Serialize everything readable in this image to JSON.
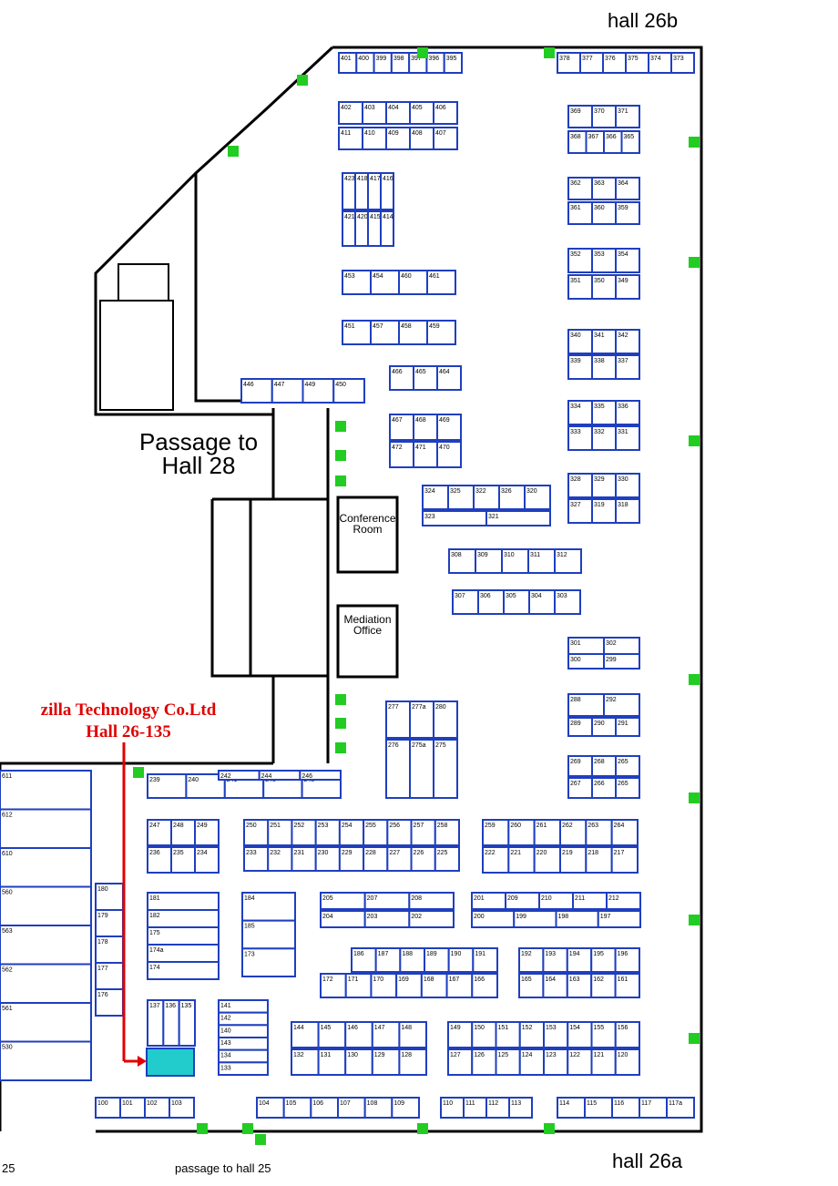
{
  "labels": {
    "hall_top": "hall  26b",
    "hall_bottom": "hall  26a",
    "passage_hall28_line1": "Passage to",
    "passage_hall28_line2": "Hall 28",
    "passage_hall25": "passage  to  hall  25",
    "bottom_left": "25",
    "conference_room": "Conference Room",
    "mediation_office": "Mediation Office"
  },
  "callout": {
    "company": "zilla Technology Co.Ltd",
    "stand": "Hall 26-135",
    "color": "#e00000"
  },
  "colors": {
    "booth_line": "#1f3fbf",
    "wall": "#000000",
    "door": "#22cc22",
    "highlight": "#22cccc",
    "arrow": "#e00000"
  },
  "booth_rows": [
    {
      "id": "row-401-396",
      "numbers": [
        "401",
        "400",
        "399",
        "398",
        "397",
        "396",
        "395"
      ]
    },
    {
      "id": "row-378-373",
      "numbers": [
        "378",
        "377",
        "376",
        "375",
        "374",
        "373"
      ]
    },
    {
      "id": "row-402-408",
      "numbers": [
        "402",
        "403",
        "404",
        "405",
        "406"
      ]
    },
    {
      "id": "row-411-407",
      "numbers": [
        "411",
        "410",
        "409",
        "408",
        "407"
      ]
    },
    {
      "id": "row-369-371",
      "numbers": [
        "369",
        "370",
        "371"
      ]
    },
    {
      "id": "row-368-365",
      "numbers": [
        "368",
        "367",
        "366",
        "365"
      ]
    },
    {
      "id": "row-423-412",
      "numbers": [
        "423",
        "418",
        "417",
        "416"
      ]
    },
    {
      "id": "row-421-414",
      "numbers": [
        "421",
        "420",
        "415",
        "414"
      ]
    },
    {
      "id": "row-362-364",
      "numbers": [
        "362",
        "363",
        "364"
      ]
    },
    {
      "id": "row-361-359",
      "numbers": [
        "361",
        "360",
        "359"
      ]
    },
    {
      "id": "row-453-461",
      "numbers": [
        "453",
        "454",
        "460",
        "461"
      ]
    },
    {
      "id": "row-451-456",
      "numbers": [
        "451",
        "457",
        "458",
        "459"
      ]
    },
    {
      "id": "row-352-354",
      "numbers": [
        "352",
        "353",
        "354"
      ]
    },
    {
      "id": "row-351-349",
      "numbers": [
        "351",
        "350",
        "349"
      ]
    },
    {
      "id": "row-340-342",
      "numbers": [
        "340",
        "341",
        "342"
      ]
    },
    {
      "id": "row-339-337",
      "numbers": [
        "339",
        "338",
        "337"
      ]
    },
    {
      "id": "row-466-464",
      "numbers": [
        "466",
        "465",
        "464"
      ]
    },
    {
      "id": "row-446-450",
      "numbers": [
        "446",
        "447",
        "449",
        "450"
      ]
    },
    {
      "id": "row-334-336",
      "numbers": [
        "334",
        "335",
        "336"
      ]
    },
    {
      "id": "row-333-331",
      "numbers": [
        "333",
        "332",
        "331"
      ]
    },
    {
      "id": "row-467-469",
      "numbers": [
        "467",
        "468",
        "469"
      ]
    },
    {
      "id": "row-472-470",
      "numbers": [
        "472",
        "471",
        "470"
      ]
    },
    {
      "id": "row-324-320",
      "numbers": [
        "324",
        "325",
        "322",
        "326",
        "320"
      ]
    },
    {
      "id": "row-323-321",
      "numbers": [
        "323",
        "321"
      ]
    },
    {
      "id": "row-328-330",
      "numbers": [
        "328",
        "329",
        "330"
      ]
    },
    {
      "id": "row-327-318",
      "numbers": [
        "327",
        "319",
        "318"
      ]
    },
    {
      "id": "row-308-312",
      "numbers": [
        "308",
        "309",
        "310",
        "311",
        "312"
      ]
    },
    {
      "id": "row-307-303",
      "numbers": [
        "307",
        "306",
        "305",
        "304",
        "303"
      ]
    },
    {
      "id": "row-301-302",
      "numbers": [
        "301",
        "302"
      ]
    },
    {
      "id": "row-300-299",
      "numbers": [
        "300",
        "299"
      ]
    },
    {
      "id": "row-288-292",
      "numbers": [
        "288",
        "292"
      ]
    },
    {
      "id": "row-289-291",
      "numbers": [
        "289",
        "290",
        "291"
      ]
    },
    {
      "id": "row-269-265",
      "numbers": [
        "269",
        "268",
        "265"
      ]
    },
    {
      "id": "row-267-266",
      "numbers": [
        "267",
        "266",
        "265"
      ]
    },
    {
      "id": "row-277-280",
      "numbers": [
        "277",
        "277a",
        "280"
      ]
    },
    {
      "id": "row-276-275",
      "numbers": [
        "276",
        "275a",
        "275"
      ]
    },
    {
      "id": "row-239-245",
      "numbers": [
        "239",
        "240",
        "241",
        "243",
        "245"
      ]
    },
    {
      "id": "row-242-246",
      "numbers": [
        "242",
        "244",
        "246"
      ]
    },
    {
      "id": "row-247-249",
      "numbers": [
        "247",
        "248",
        "249"
      ]
    },
    {
      "id": "row-236-234",
      "numbers": [
        "236",
        "235",
        "234"
      ]
    },
    {
      "id": "row-250-258",
      "numbers": [
        "250",
        "251",
        "252",
        "253",
        "254",
        "255",
        "256",
        "257",
        "258"
      ]
    },
    {
      "id": "row-233-225",
      "numbers": [
        "233",
        "232",
        "231",
        "230",
        "229",
        "228",
        "227",
        "226",
        "225"
      ]
    },
    {
      "id": "row-259-264",
      "numbers": [
        "259",
        "260",
        "261",
        "262",
        "263",
        "264"
      ]
    },
    {
      "id": "row-222-217",
      "numbers": [
        "222",
        "221",
        "220",
        "219",
        "218",
        "217"
      ]
    },
    {
      "id": "row-205-208",
      "numbers": [
        "205",
        "207",
        "208"
      ]
    },
    {
      "id": "row-204-202",
      "numbers": [
        "204",
        "203",
        "202"
      ]
    },
    {
      "id": "row-201-212",
      "numbers": [
        "201",
        "209",
        "210",
        "211",
        "212"
      ]
    },
    {
      "id": "row-200-197",
      "numbers": [
        "200",
        "199",
        "198",
        "197"
      ]
    },
    {
      "id": "row-186-191",
      "numbers": [
        "186",
        "187",
        "188",
        "189",
        "190",
        "191"
      ]
    },
    {
      "id": "row-171-166",
      "numbers": [
        "172",
        "171",
        "170",
        "169",
        "168",
        "167",
        "166"
      ]
    },
    {
      "id": "row-192-196",
      "numbers": [
        "192",
        "193",
        "194",
        "195",
        "196"
      ]
    },
    {
      "id": "row-165-162",
      "numbers": [
        "165",
        "164",
        "163",
        "162",
        "161"
      ]
    },
    {
      "id": "row-144-148",
      "numbers": [
        "144",
        "145",
        "146",
        "147",
        "148"
      ]
    },
    {
      "id": "row-132-128",
      "numbers": [
        "132",
        "131",
        "130",
        "129",
        "128"
      ]
    },
    {
      "id": "row-149-156",
      "numbers": [
        "149",
        "150",
        "151",
        "152",
        "153",
        "154",
        "155",
        "156"
      ]
    },
    {
      "id": "row-127-120",
      "numbers": [
        "127",
        "126",
        "125",
        "124",
        "123",
        "122",
        "121",
        "120"
      ]
    },
    {
      "id": "row-100-103",
      "numbers": [
        "100",
        "101",
        "102",
        "103"
      ]
    },
    {
      "id": "row-104-109",
      "numbers": [
        "104",
        "105",
        "106",
        "107",
        "108",
        "109"
      ]
    },
    {
      "id": "row-110-113",
      "numbers": [
        "110",
        "111",
        "112",
        "113"
      ]
    },
    {
      "id": "row-114-117a",
      "numbers": [
        "114",
        "115",
        "116",
        "117",
        "117a"
      ]
    },
    {
      "id": "row-180-176",
      "numbers": [
        "180",
        "179",
        "178",
        "177",
        "176"
      ]
    },
    {
      "id": "row-181-174",
      "numbers": [
        "181",
        "182",
        "175",
        "174a",
        "174"
      ]
    },
    {
      "id": "row-184-173",
      "numbers": [
        "184",
        "185",
        "173"
      ]
    },
    {
      "id": "row-141-142",
      "numbers": [
        "141",
        "142",
        "140",
        "143",
        "134",
        "133"
      ]
    },
    {
      "id": "row-137-136",
      "numbers": [
        "137",
        "136",
        "135"
      ]
    },
    {
      "id": "row-611-612",
      "numbers": [
        "611",
        "612",
        "610",
        "560",
        "563",
        "562",
        "561",
        "530"
      ]
    }
  ]
}
